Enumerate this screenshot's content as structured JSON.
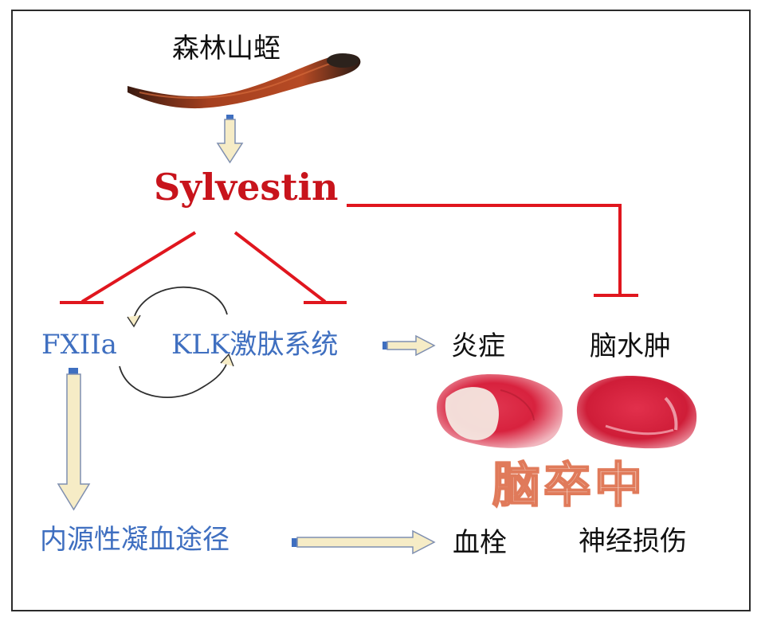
{
  "labels": {
    "leech": "森林山蛭",
    "sylvestin": "Sylvestin",
    "fxiia": "FXIIa",
    "klk": "KLK激肽系统",
    "inflammation": "炎症",
    "edema": "脑水肿",
    "stroke": "脑卒中",
    "intrinsic_pathway": "内源性凝血途径",
    "thrombosis": "血栓",
    "neuro_damage": "神经损伤"
  },
  "colors": {
    "inhibit": "#e0161e",
    "arrow_fill": "#f6ecc6",
    "arrow_stroke": "#7f8fb0",
    "blue_text": "#3f6fc0",
    "brain_red": "#d8223e",
    "leech_red": "#9b3a1e"
  },
  "icons": {
    "leech": "leech-image",
    "brain_left": "brain-section-image",
    "brain_right": "brain-section-image"
  }
}
